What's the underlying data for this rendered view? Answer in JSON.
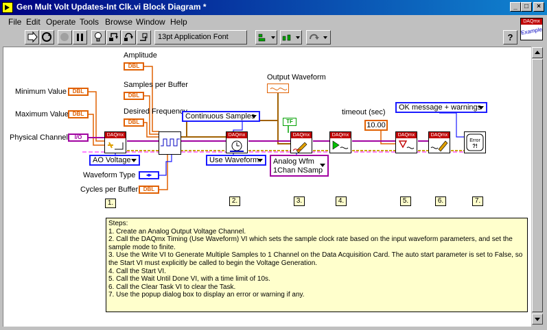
{
  "window": {
    "title": "Gen Mult Volt Updates-Int Clk.vi Block Diagram *",
    "controls": [
      "_",
      "□",
      "×"
    ]
  },
  "menu": [
    "File",
    "Edit",
    "Operate",
    "Tools",
    "Browse",
    "Window",
    "Help"
  ],
  "toolbar": {
    "font": "13pt Application Font",
    "help_glyph": "?"
  },
  "example_icon": {
    "line1": "DAQmx",
    "line2": "Example"
  },
  "diagram": {
    "labels": {
      "amplitude": "Amplitude",
      "samples_per_buffer": "Samples per Buffer",
      "desired_frequency": "Desired Frequency",
      "minimum_value": "Minimum Value",
      "maximum_value": "Maximum Value",
      "physical_channel": "Physical Channel",
      "waveform_type": "Waveform Type",
      "cycles_per_buffer": "Cycles per Buffer",
      "output_waveform": "Output Waveform",
      "timeout": "timeout (sec)"
    },
    "terminal_dbl": "DBL",
    "terminal_io": "I/O",
    "terminal_true": "TF",
    "terminal_u16": "◂▸",
    "rings": {
      "continuous_samples": "Continuous Samples",
      "ao_voltage": "AO Voltage",
      "use_waveform": "Use Waveform",
      "analog_wfm_1": "Analog Wfm",
      "analog_wfm_2": "1Chan NSamp",
      "ok_message": "OK message + warnings"
    },
    "timeout_value": "10.00",
    "vi_header": "DAQmx",
    "error_vi": "Error ?!",
    "step_numbers": [
      "1.",
      "2.",
      "3.",
      "4.",
      "5.",
      "6.",
      "7."
    ]
  },
  "steps": {
    "title": "Steps:",
    "lines": [
      "1. Create an Analog Output Voltage Channel.",
      "2. Call the DAQmx Timing (Use Waveform) VI which sets the sample clock rate based on the input waveform parameters, and set the sample mode to finite.",
      "3.  Use the Write VI to Generate Multiple Samples to 1 Channel on the Data Acquisition Card.  The auto start parameter is set to False, so the Start VI must explicitly be called to begin the Voltage  Generation.",
      "4. Call the Start VI.",
      "5. Call the Wait Until Done VI, with a time limit of 10s.",
      "6. Call the Clear Task VI to clear the Task.",
      "7. Use the popup dialog box to display an error or warning if any."
    ]
  },
  "colors": {
    "title_bar": "#000080",
    "dbl_wire": "#e06000",
    "task_wire": "#a000a0",
    "error_wire": "#c8a000",
    "ring_border": "#1a1aff",
    "bool_green": "#00a000"
  }
}
